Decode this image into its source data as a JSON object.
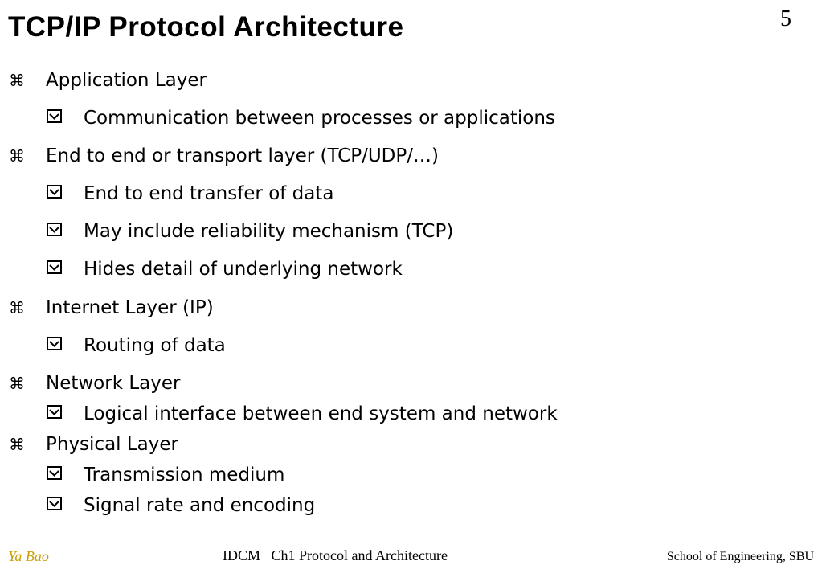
{
  "slide": {
    "title": "TCP/IP Protocol Architecture",
    "number": "5"
  },
  "bullets": [
    {
      "level": 1,
      "text": "Application Layer"
    },
    {
      "level": 2,
      "text": "Communication between processes or applications"
    },
    {
      "level": 1,
      "text": "End to end or transport layer (TCP/UDP/…)"
    },
    {
      "level": 2,
      "text": "End to end transfer of data"
    },
    {
      "level": 2,
      "text": "May include reliability mechanism (TCP)"
    },
    {
      "level": 2,
      "text": "Hides detail of underlying network"
    },
    {
      "level": 1,
      "text": "Internet Layer (IP)"
    },
    {
      "level": 2,
      "text": "Routing of data"
    },
    {
      "level": 1,
      "text": "Network Layer"
    },
    {
      "level": 2,
      "text": "Logical interface between end system and network"
    },
    {
      "level": 1,
      "text": "Physical Layer"
    },
    {
      "level": 2,
      "text": "Transmission medium"
    },
    {
      "level": 2,
      "text": "Signal rate and encoding"
    }
  ],
  "icons": {
    "level1": "command-key-bullet-icon",
    "level2": "checkbox-bullet-icon"
  },
  "footer": {
    "author": "Ya Bao",
    "course": "IDCM   Ch1 Protocol and Architecture",
    "school": "School of Engineering, SBU",
    "author_color": "#c9a000"
  }
}
